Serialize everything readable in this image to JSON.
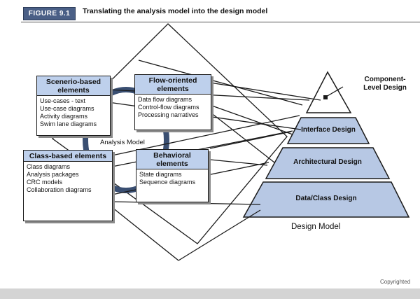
{
  "figure": {
    "badge": "FIGURE 9.1",
    "title": "Translating the analysis model into the design model"
  },
  "analysis_model": {
    "label": "Analysis Model",
    "boxes": {
      "scenario": {
        "title": "Scenerio-based elements",
        "items": [
          "Use-cases - text",
          "Use-case diagrams",
          "Activity diagrams",
          "Swim lane diagrams"
        ]
      },
      "flow": {
        "title": "Flow-oriented elements",
        "items": [
          "Data flow diagrams",
          "Control-flow diagrams",
          "Processing narratives"
        ]
      },
      "class": {
        "title": "Class-based elements",
        "items": [
          "Class diagrams",
          "Analysis packages",
          "CRC models",
          "Collaboration diagrams"
        ]
      },
      "behavioral": {
        "title": "Behavioral elements",
        "items": [
          "State diagrams",
          "Sequence diagrams"
        ]
      }
    }
  },
  "design_model": {
    "label": "Design Model",
    "levels": {
      "component": "Component-Level Design",
      "interface": "Interface Design",
      "architectural": "Architectural Design",
      "data": "Data/Class Design"
    }
  },
  "footer": {
    "copyright": "Copyrighted"
  },
  "colors": {
    "box_header": "#bed0ec",
    "badge": "#4a5f86",
    "pyramid_fill": "#b7c8e4"
  }
}
